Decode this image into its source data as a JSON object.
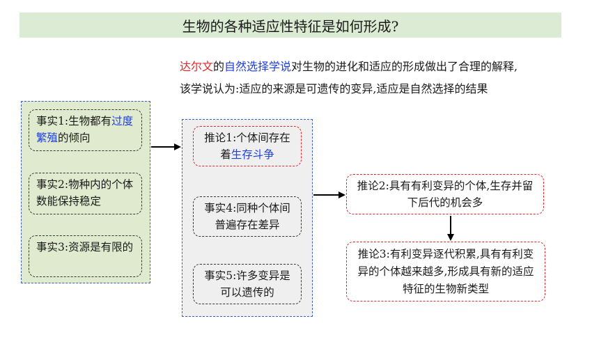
{
  "title": "生物的各种适应性特征是如何形成?",
  "intro": {
    "darwin": "达尔文",
    "connector1": "的",
    "theory": "自然选择学说",
    "rest_line1": "对生物的进化和适应的形成做出了合理的解释,",
    "line2": "该学说认为:适应的来源是可遗传的变异,适应是自然选择的结果"
  },
  "facts": {
    "fact1": {
      "prefix": "事实1:生物都有",
      "highlight": "过度繁殖",
      "suffix": "的倾向"
    },
    "fact2": {
      "text": "事实2:物种内的个体数能保持稳定"
    },
    "fact3": {
      "text": "事实3:资源是有限的"
    }
  },
  "middle": {
    "inference1": {
      "prefix": "推论1:个体间存在着",
      "highlight": "生存斗争"
    },
    "fact4": {
      "text": "事实4:同种个体间普遍存在差异"
    },
    "fact5": {
      "text": "事实5:许多变异是可以遗传的"
    }
  },
  "right": {
    "inference2": {
      "text": "推论2:具有有利变异的个体,生存并留下后代的机会多"
    },
    "inference3": {
      "text": "推论3:有利变异逐代积累,具有有利变异的个体越来越多,形成具有新的适应特征的生物新类型"
    }
  }
}
